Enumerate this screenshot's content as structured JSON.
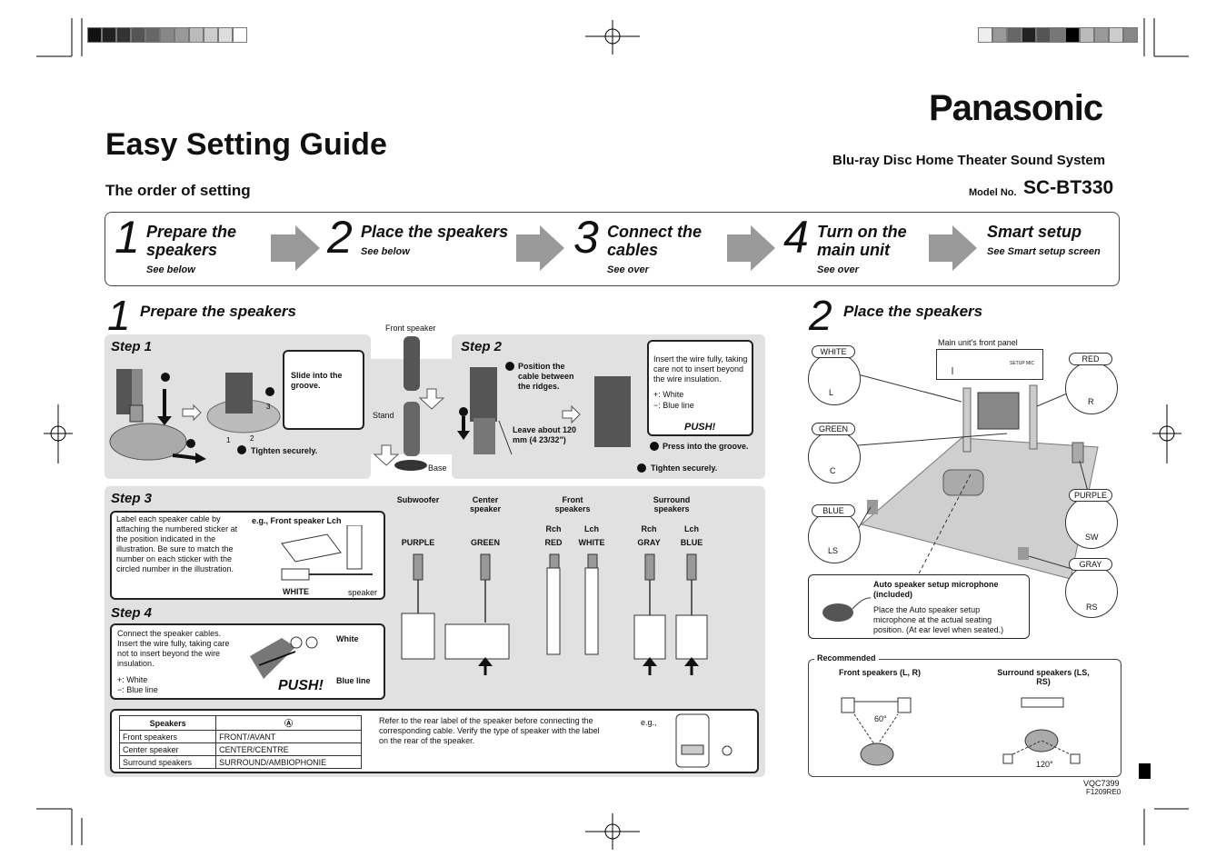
{
  "doc": {
    "brand": "Panasonic",
    "title": "Easy Setting Guide",
    "product": "Blu-ray Disc Home Theater Sound System",
    "order_heading": "The order of setting",
    "model_label": "Model No.",
    "model": "SC-BT330",
    "footer_code1": "VQC7399",
    "footer_code2": "F1209RE0"
  },
  "steps": [
    {
      "num": "1",
      "title": "Prepare the speakers",
      "sub": "See below"
    },
    {
      "num": "2",
      "title": "Place the speakers",
      "sub": "See below"
    },
    {
      "num": "3",
      "title": "Connect the cables",
      "sub": "See over"
    },
    {
      "num": "4",
      "title": "Turn on the main unit",
      "sub": "See over"
    },
    {
      "num": "",
      "title": "Smart setup",
      "sub": "See Smart setup screen"
    }
  ],
  "prepare": {
    "num": "1",
    "title": "Prepare the speakers",
    "step1": "Step 1",
    "step2": "Step 2",
    "step3": "Step 3",
    "step4": "Step 4",
    "front_speaker": "Front speaker",
    "stand": "Stand",
    "base": "Base",
    "slide": "Slide into the groove.",
    "tighten": "Tighten securely.",
    "position_cable": "Position the cable between the ridges.",
    "leave_about": "Leave about 120 mm (4 23/32\")",
    "insert_wire": "Insert the wire fully, taking care not to insert beyond the wire insulation.",
    "plus_white": "+: White",
    "minus_blue": "−: Blue line",
    "push": "PUSH!",
    "press_groove": "Press into the groove.",
    "tighten2": "Tighten securely.",
    "label_text": "Label each speaker cable by attaching the numbered sticker at the position indicated in the illustration. Be sure to match the number on each sticker with the circled number in the illustration.",
    "eg_front": "e.g., Front speaker Lch",
    "white": "WHITE",
    "speaker": "speaker",
    "connect_text": "Connect the speaker cables. Insert the wire fully, taking care not to insert beyond the wire insulation.",
    "white2": "White",
    "blue_line": "Blue line",
    "refer_text": "Refer to the rear label of the speaker before connecting the corresponding cable. Verify the type of speaker with the label on the rear of the speaker.",
    "eg": "e.g.,"
  },
  "speaker_cols": [
    {
      "group": "Subwoofer",
      "ch": "",
      "color": "PURPLE"
    },
    {
      "group": "Center speaker",
      "ch": "",
      "color": "GREEN"
    },
    {
      "group": "Front speakers",
      "ch": "Rch",
      "color": "RED"
    },
    {
      "group": "",
      "ch": "Lch",
      "color": "WHITE"
    },
    {
      "group": "Surround speakers",
      "ch": "Rch",
      "color": "GRAY"
    },
    {
      "group": "",
      "ch": "Lch",
      "color": "BLUE"
    }
  ],
  "table": {
    "head": [
      "Speakers",
      "Ⓐ"
    ],
    "rows": [
      [
        "Front speakers",
        "FRONT/AVANT"
      ],
      [
        "Center speaker",
        "CENTER/CENTRE"
      ],
      [
        "Surround speakers",
        "SURROUND/AMBIOPHONIE"
      ]
    ]
  },
  "place": {
    "num": "2",
    "title": "Place the speakers",
    "front_panel": "Main unit's front panel",
    "setup_mic": "SETUP MIC",
    "labels": [
      {
        "color": "WHITE",
        "ch": "L"
      },
      {
        "color": "RED",
        "ch": "R"
      },
      {
        "color": "GREEN",
        "ch": "C"
      },
      {
        "color": "PURPLE",
        "ch": "SW"
      },
      {
        "color": "BLUE",
        "ch": "LS"
      },
      {
        "color": "GRAY",
        "ch": "RS"
      }
    ],
    "mic_title": "Auto speaker setup microphone (included)",
    "mic_text": "Place the Auto speaker setup microphone at the actual seating position. (At ear level when seated.)",
    "recommended": "Recommended",
    "front_rec": "Front speakers (L, R)",
    "surround_rec": "Surround speakers (LS, RS)",
    "angle1": "60°",
    "angle2": "120°"
  }
}
